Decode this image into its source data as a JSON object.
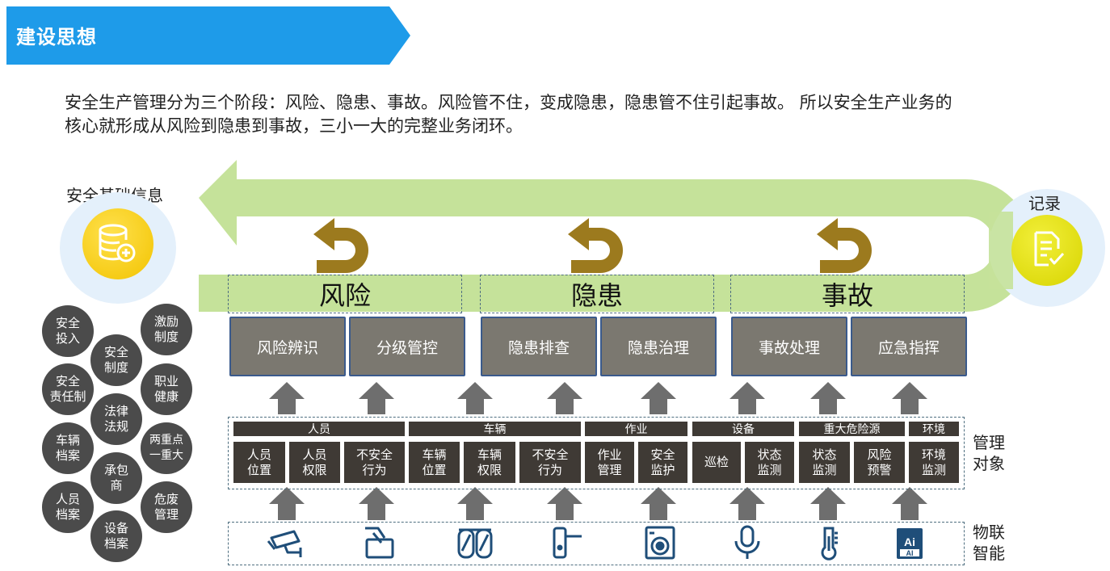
{
  "header": {
    "title": "建设思想"
  },
  "intro": "安全生产管理分为三个阶段：风险、隐患、事故。风险管不住，变成隐患，隐患管不住引起事故。 所以安全生产业务的核心就形成从风险到隐患到事故，三小一大的完整业务闭环。",
  "left_node": {
    "label": "安全基础信息",
    "icon": "database-plus-icon"
  },
  "right_node": {
    "label": "记录",
    "icon": "document-check-icon"
  },
  "stages": [
    {
      "label": "风险"
    },
    {
      "label": "隐患"
    },
    {
      "label": "事故"
    }
  ],
  "processes": [
    {
      "label": "风险辨识"
    },
    {
      "label": "分级管控"
    },
    {
      "label": "隐患排查"
    },
    {
      "label": "隐患治理"
    },
    {
      "label": "事故处理"
    },
    {
      "label": "应急指挥"
    }
  ],
  "management": {
    "label": "管理\n对象",
    "groups": [
      {
        "label": "人员",
        "items": [
          "人员\n位置",
          "人员\n权限",
          "不安全\n行为"
        ]
      },
      {
        "label": "车辆",
        "items": [
          "车辆\n位置",
          "车辆\n权限",
          "不安全\n行为"
        ]
      },
      {
        "label": "作业",
        "items": [
          "作业\n管理",
          "安全\n监护"
        ]
      },
      {
        "label": "设备",
        "items": [
          "巡检",
          "状态\n监测"
        ]
      },
      {
        "label": "重大危险源",
        "items": [
          "状态\n监测",
          "风险\n预警"
        ]
      },
      {
        "label": "环境",
        "items": [
          "环境\n监测"
        ]
      }
    ]
  },
  "iot": {
    "label": "物联\n智能",
    "icons": [
      "cctv-camera-icon",
      "card-swipe-icon",
      "vehicle-icon",
      "door-lock-icon",
      "washing-machine-icon",
      "microphone-icon",
      "thermometer-icon",
      "ai-chip-icon"
    ]
  },
  "circles": [
    {
      "label": "安全\n投入"
    },
    {
      "label": "激励\n制度"
    },
    {
      "label": "安全\n制度"
    },
    {
      "label": "安全\n责任制"
    },
    {
      "label": "职业\n健康"
    },
    {
      "label": "法律\n法规"
    },
    {
      "label": "车辆\n档案"
    },
    {
      "label": "两重点\n一重大"
    },
    {
      "label": "承包\n商"
    },
    {
      "label": "人员\n档案"
    },
    {
      "label": "危废\n管理"
    },
    {
      "label": "设备\n档案"
    }
  ],
  "colors": {
    "banner": "#1e9be9",
    "loop_band": "#c5e29a",
    "return_arrow": "#9c7a1e",
    "process_box": "#7b7870",
    "management_cell": "#3f3a35",
    "iot_icon": "#1f4e79",
    "left_node": "#f2c300",
    "right_node": "#d7d400"
  }
}
